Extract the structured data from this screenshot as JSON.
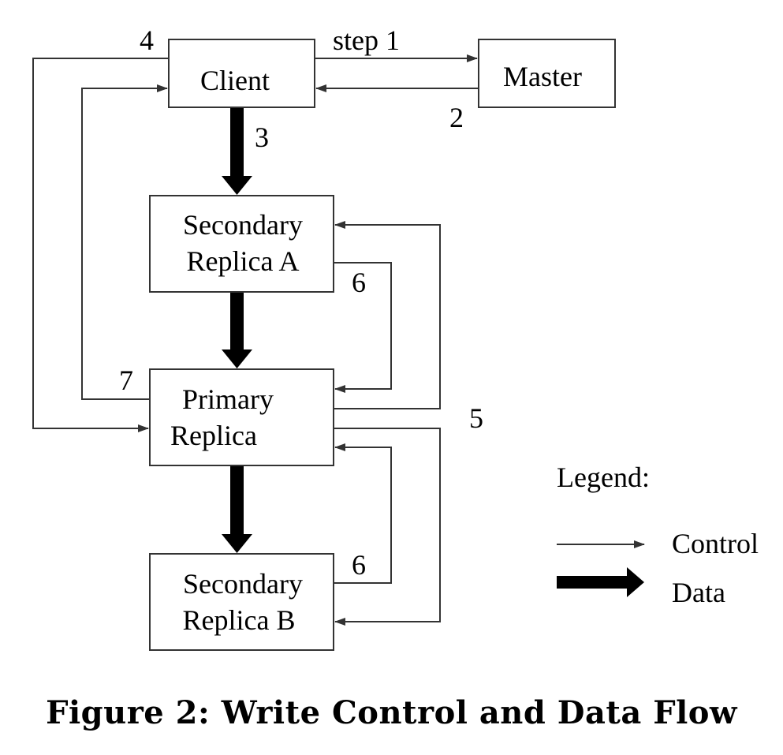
{
  "nodes": {
    "client": "Client",
    "master": "Master",
    "secondary_a": [
      "Secondary",
      "Replica A"
    ],
    "primary": [
      "Primary",
      "Replica"
    ],
    "secondary_b": [
      "Secondary",
      "Replica B"
    ]
  },
  "edge_labels": {
    "step1": "step 1",
    "step2": "2",
    "step3": "3",
    "step4": "4",
    "step5": "5",
    "step6_a": "6",
    "step6_b": "6",
    "step7": "7"
  },
  "legend": {
    "title": "Legend:",
    "control": "Control",
    "data": "Data"
  },
  "caption": "Figure 2: Write Control and Data Flow"
}
